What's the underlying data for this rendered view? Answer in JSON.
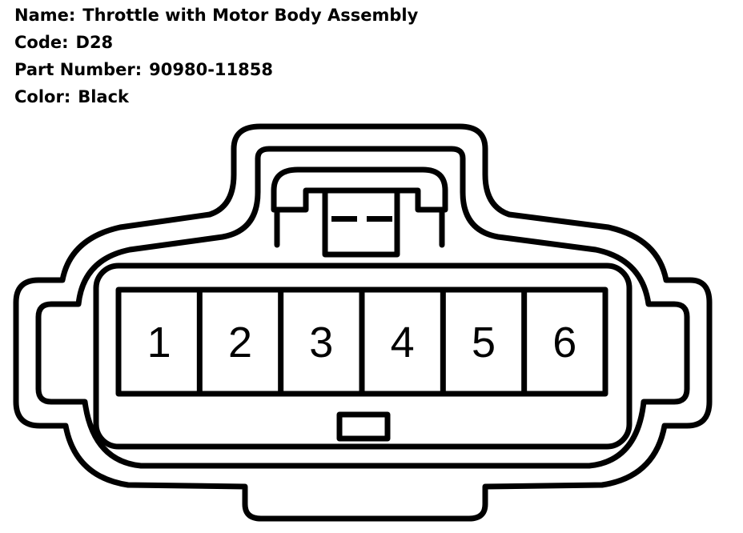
{
  "info": [
    {
      "label": "Name:",
      "value": "Throttle with Motor Body Assembly"
    },
    {
      "label": "Code:",
      "value": "D28"
    },
    {
      "label": "Part Number:",
      "value": "90980-11858"
    },
    {
      "label": "Color:",
      "value": "Black"
    }
  ],
  "connector": {
    "pins": [
      "1",
      "2",
      "3",
      "4",
      "5",
      "6"
    ],
    "line_color": "#000000",
    "background_color": "#ffffff"
  }
}
